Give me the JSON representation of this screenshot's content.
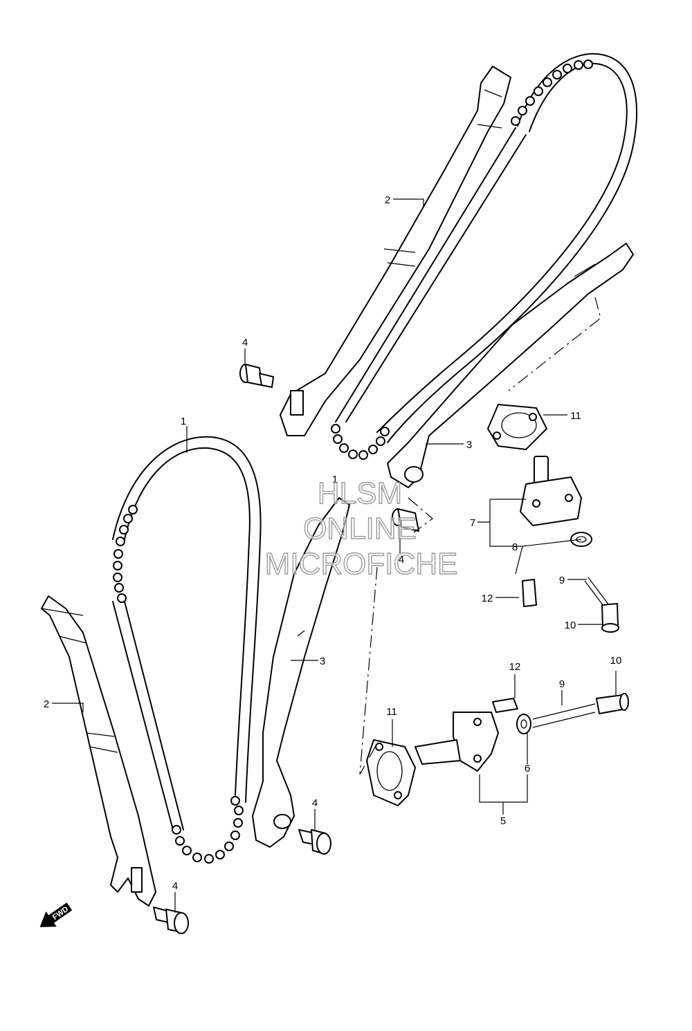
{
  "callouts": {
    "c1": "1",
    "c1b": "1",
    "c2": "2",
    "c2b": "2",
    "c3": "3",
    "c3b": "3",
    "c4a": "4",
    "c4b": "4",
    "c4c": "4",
    "c4d": "4",
    "c5": "5",
    "c6": "6",
    "c7": "7",
    "c8": "8",
    "c9a": "9",
    "c9b": "9",
    "c10a": "10",
    "c10b": "10",
    "c11a": "11",
    "c11b": "11",
    "c12a": "12",
    "c12b": "12"
  },
  "watermark": {
    "line1": "HLSM",
    "line2": "ONLINE",
    "line3": "MICROFICHE"
  },
  "direction_arrow": {
    "label": "FWD",
    "icon": "fwd-arrow-icon"
  }
}
